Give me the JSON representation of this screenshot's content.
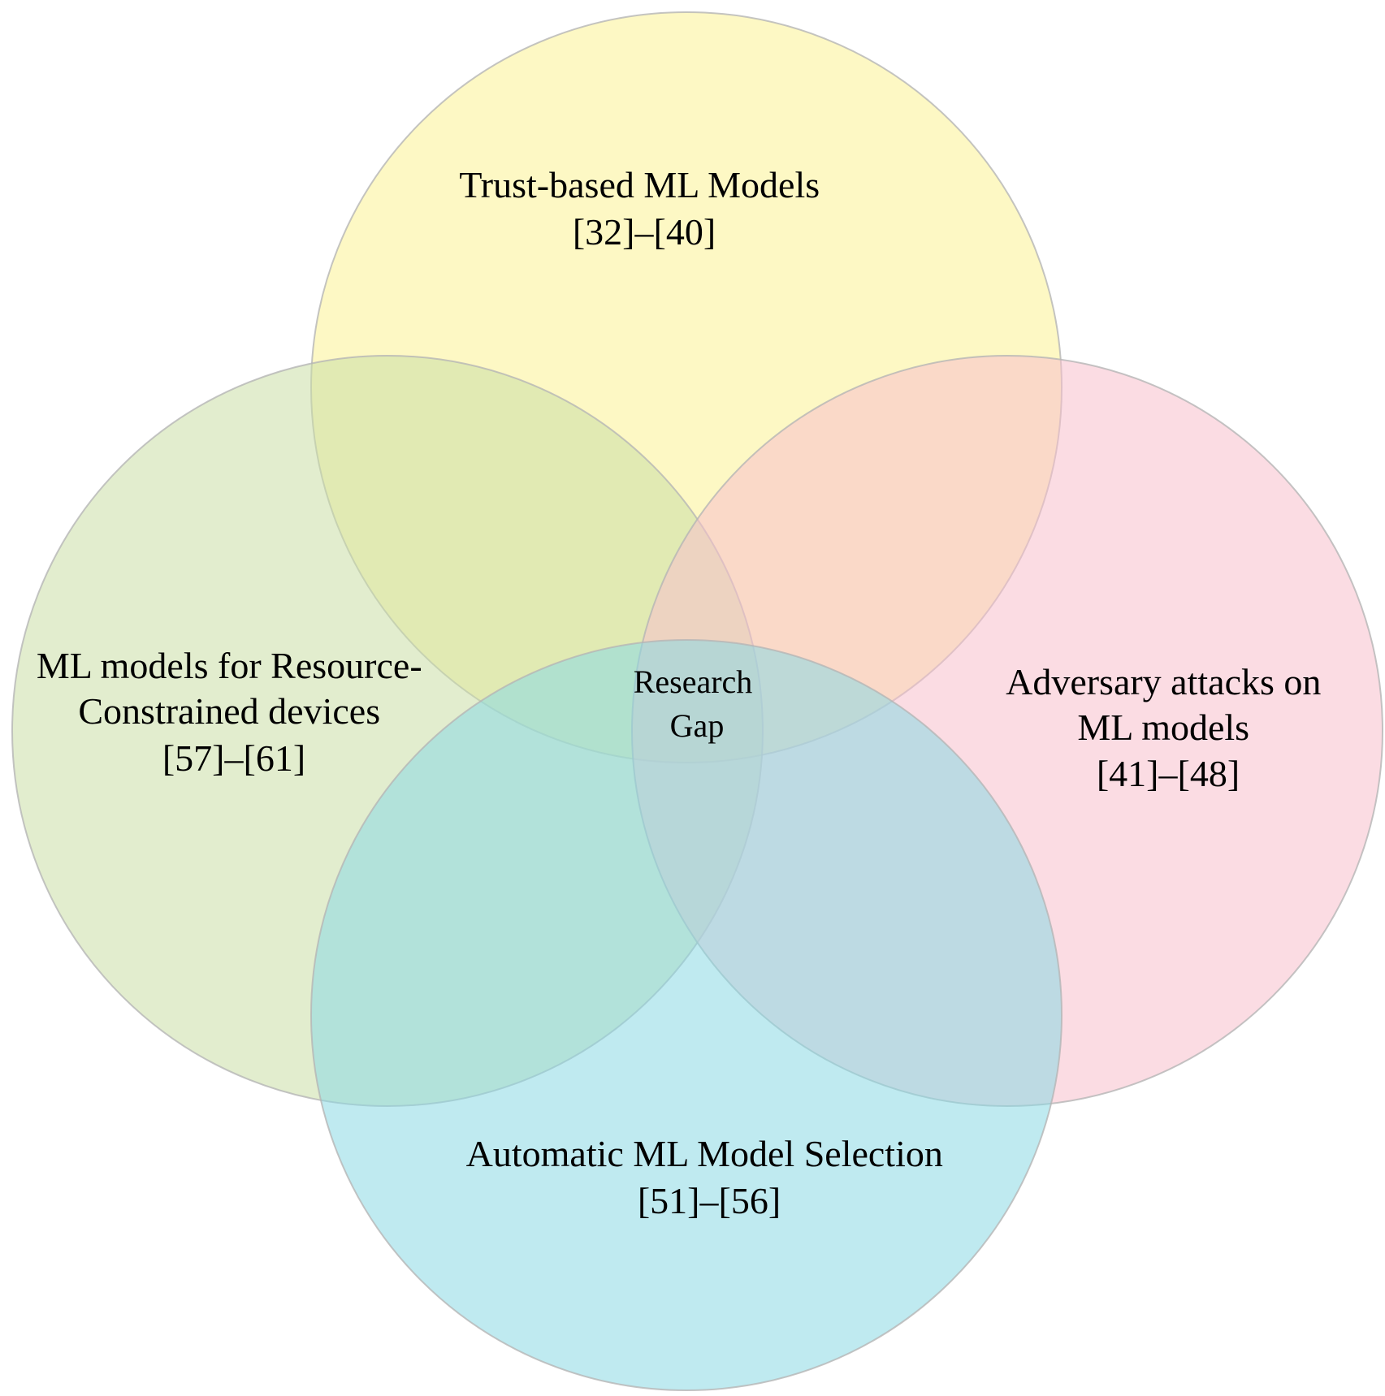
{
  "diagram": {
    "colors": {
      "background": "#ffffff",
      "stroke": "#b5b5b5"
    },
    "sets": [
      {
        "id": "top",
        "color": "#fbf293",
        "label_lines": [
          "Trust-based ML Models",
          "[32]–[40]"
        ]
      },
      {
        "id": "left",
        "color": "#cbdfa6",
        "label_lines": [
          "ML models for Resource-",
          "Constrained devices",
          "[57]–[61]"
        ]
      },
      {
        "id": "right",
        "color": "#f8c0cc",
        "label_lines": [
          "Adversary attacks on",
          "ML models",
          "[41]–[48]"
        ]
      },
      {
        "id": "bottom",
        "color": "#8ad8e4",
        "label_lines": [
          "Automatic ML Model Selection",
          "[51]–[56]"
        ]
      }
    ],
    "center": {
      "label_lines": [
        "Research",
        "Gap"
      ]
    }
  }
}
